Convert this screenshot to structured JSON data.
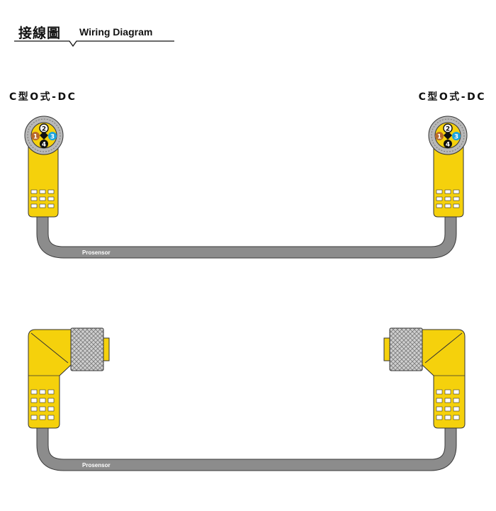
{
  "header": {
    "title_zh": "接線圖",
    "title_en": "Wiring Diagram"
  },
  "connectors": {
    "left_label": "C型O式-DC",
    "right_label": "C型O式-DC"
  },
  "pins": [
    "1",
    "2",
    "3",
    "4"
  ],
  "cable": {
    "brand_top": "Prosensor",
    "brand_bottom": "Prosensor"
  },
  "colors": {
    "connector_body": "#f5d10c",
    "cable": "#8c8c8c",
    "pin_1": "#b8692b",
    "pin_3": "#1aa3de",
    "pin_dark": "#111111"
  }
}
